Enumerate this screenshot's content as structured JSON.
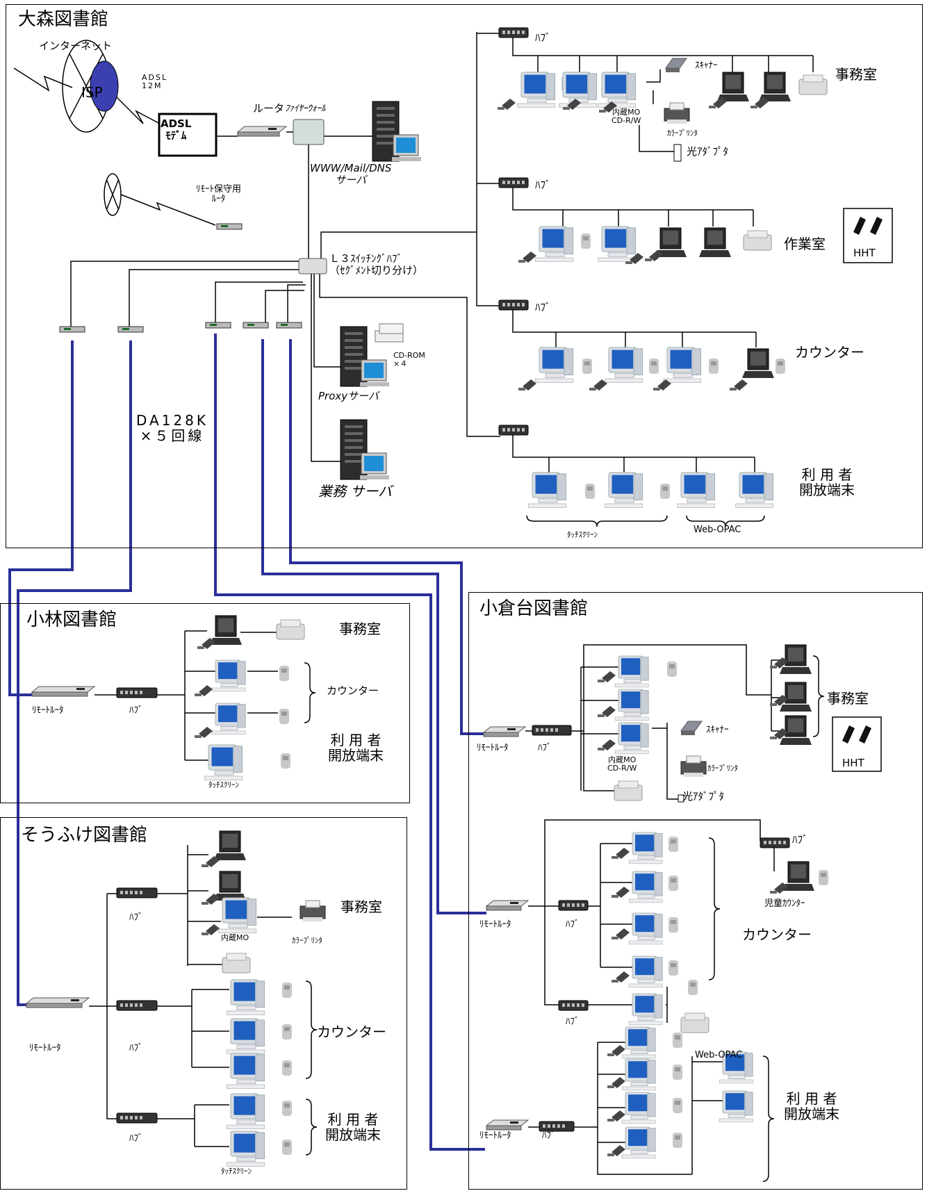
{
  "sites": {
    "omori": "大森図書館",
    "kobayashi": "小林図書館",
    "soufuke": "そうふけ図書館",
    "oguradai": "小倉台図書館"
  },
  "labels": {
    "internet": "インターネット",
    "isp": "ISP",
    "adsl_line": "ADSL\n12M",
    "adsl_modem": "ADSL\nﾓﾃﾞﾑ",
    "router": "ルータ",
    "firewall": "ﾌｧｲﾔｰｳｫｰﾙ",
    "www_server": "WWW/Mail/DNS\nサーバ",
    "remote_router_maint": "ﾘﾓｰﾄ保守用\nﾙｰﾀ",
    "l3_switch": "Ｌ３ｽｲｯﾁﾝｸﾞﾊﾌﾞ\n（ｾｸﾞﾒﾝﾄ切り分け）",
    "cd_rom": "CD-ROM\n×４",
    "proxy_server": "Proxyサーバ",
    "work_server": "業務 サーバ",
    "da128k": "DA128K\n×５回線",
    "hub": "ﾊﾌﾞ",
    "scanner": "ｽｷｬﾅｰ",
    "color_printer": "ｶﾗｰﾌﾟﾘﾝﾀ",
    "builtin_mo_cdrw": "内蔵MO\nCD-R/W",
    "builtin_mo": "内蔵MO",
    "optical_adapter": "光ｱﾀﾞﾌﾟﾀ",
    "office": "事務室",
    "workroom": "作業室",
    "counter": "カウンター",
    "public_terminal": "利 用 者\n開放端末",
    "touchscreen": "ﾀｯﾁｽｸﾘｰﾝ",
    "web_opac": "Web-OPAC",
    "hht": "HHT",
    "remote_router": "ﾘﾓｰﾄﾙｰﾀ",
    "children_counter": "児童ｶｳﾝﾀｰ"
  },
  "colors": {
    "line": "#000000",
    "wan": "#2b2f9a",
    "monitor_blue": "#1f5fbf",
    "pc_body": "#d9dde3",
    "isp_fill": "#3b3fb0",
    "device_dark": "#2a2a2a"
  }
}
